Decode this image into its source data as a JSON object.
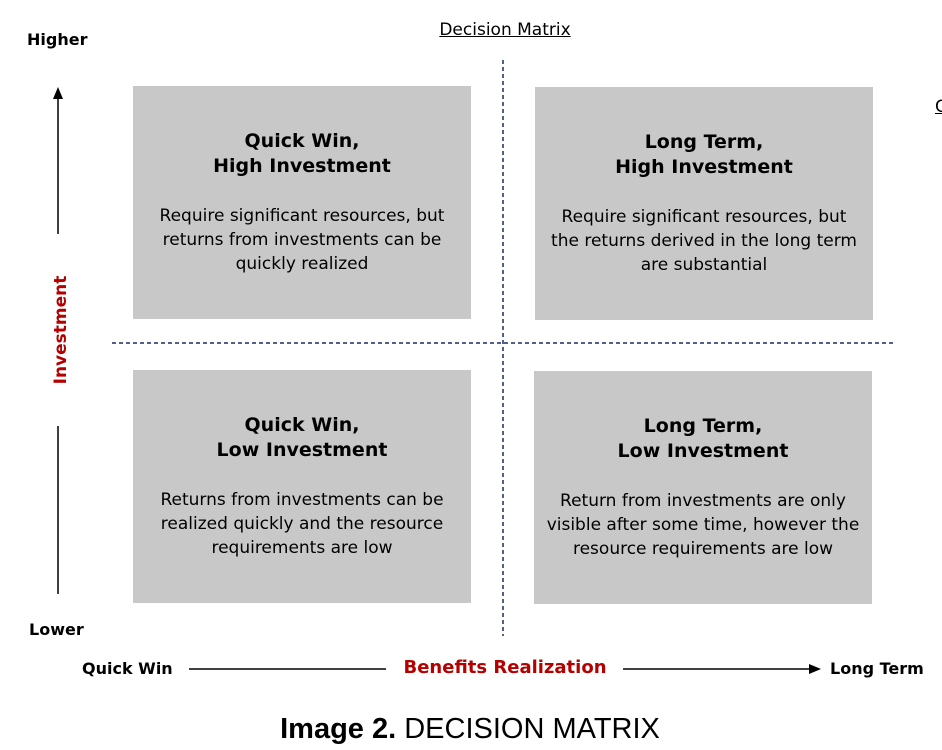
{
  "title": "Decision Matrix",
  "clipped_char": "C",
  "y_axis": {
    "label": "Investment",
    "top": "Higher",
    "bottom": "Lower"
  },
  "x_axis": {
    "label": "Benefits Realization",
    "left": "Quick Win",
    "right": "Long Term"
  },
  "quadrants": [
    {
      "title_line1": "Quick Win,",
      "title_line2": "High Investment",
      "desc": "Require significant resources, but returns from investments can be quickly realized"
    },
    {
      "title_line1": "Long Term,",
      "title_line2": "High Investment",
      "desc": "Require significant resources, but the returns derived in the long term are substantial"
    },
    {
      "title_line1": "Quick Win,",
      "title_line2": "Low Investment",
      "desc": "Returns from investments can be realized quickly and the resource requirements are low"
    },
    {
      "title_line1": "Long Term,",
      "title_line2": "Low Investment",
      "desc": "Return from investments are only visible after some time, however the resource requirements are low"
    }
  ],
  "caption": {
    "prefix": "Image 2.",
    "text": "DECISION MATRIX"
  },
  "colors": {
    "accent_red": "#b50000",
    "divider_blue": "#1b2a6b",
    "box_gray": "#c8c8c8"
  }
}
